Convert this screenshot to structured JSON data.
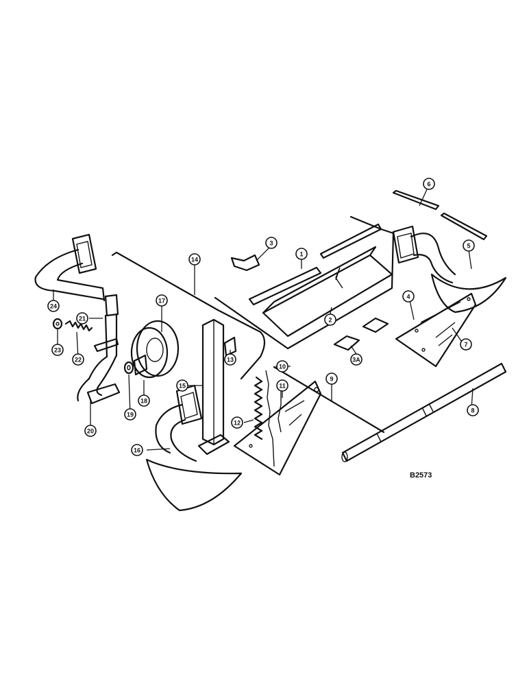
{
  "figure_code": "B2573",
  "callouts": [
    {
      "id": "callout-1",
      "label": "1"
    },
    {
      "id": "callout-2",
      "label": "2"
    },
    {
      "id": "callout-3",
      "label": "3"
    },
    {
      "id": "callout-3a",
      "label": "3A"
    },
    {
      "id": "callout-4",
      "label": "4"
    },
    {
      "id": "callout-5",
      "label": "5"
    },
    {
      "id": "callout-6",
      "label": "6"
    },
    {
      "id": "callout-7",
      "label": "7"
    },
    {
      "id": "callout-8",
      "label": "8"
    },
    {
      "id": "callout-9",
      "label": "9"
    },
    {
      "id": "callout-10",
      "label": "10"
    },
    {
      "id": "callout-11",
      "label": "11"
    },
    {
      "id": "callout-12",
      "label": "12"
    },
    {
      "id": "callout-13",
      "label": "13"
    },
    {
      "id": "callout-14",
      "label": "14"
    },
    {
      "id": "callout-15",
      "label": "15"
    },
    {
      "id": "callout-16",
      "label": "16"
    },
    {
      "id": "callout-17",
      "label": "17"
    },
    {
      "id": "callout-18",
      "label": "18"
    },
    {
      "id": "callout-19",
      "label": "19"
    },
    {
      "id": "callout-20",
      "label": "20"
    },
    {
      "id": "callout-21",
      "label": "21"
    },
    {
      "id": "callout-22",
      "label": "22"
    },
    {
      "id": "callout-23",
      "label": "23"
    },
    {
      "id": "callout-24",
      "label": "24"
    }
  ]
}
